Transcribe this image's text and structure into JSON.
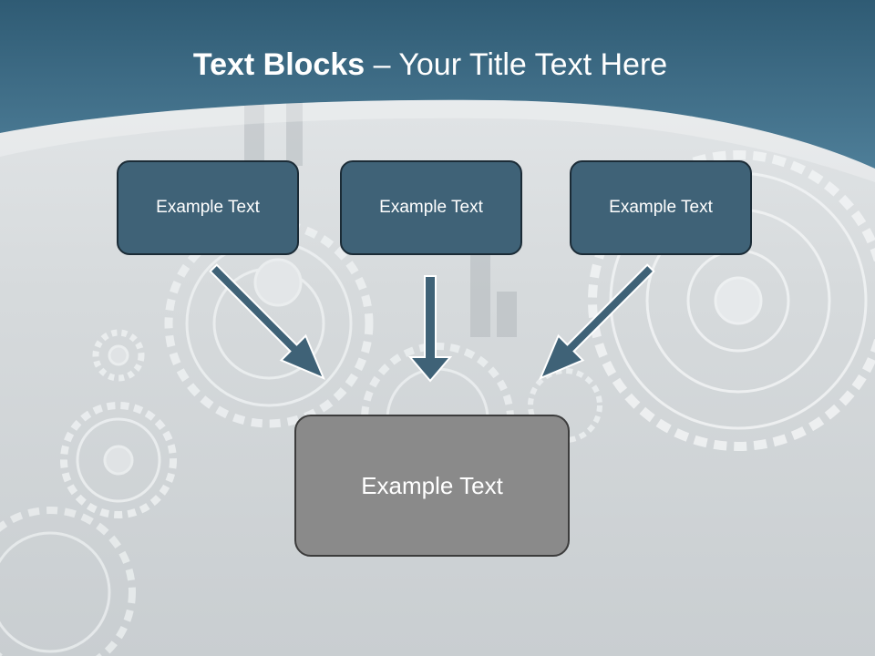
{
  "title": {
    "bold": "Text Blocks",
    "rest": " – Your Title Text Here"
  },
  "boxes": {
    "left": "Example Text",
    "middle": "Example Text",
    "right": "Example Text",
    "bottom": "Example Text"
  },
  "colors": {
    "header": "#3d6a86",
    "box_fill": "#3f6277",
    "box_border": "#1b2b36",
    "arrow_fill": "#3f6277",
    "bottom_fill": "#8a8a8a"
  },
  "icons": [
    "gear-icon"
  ]
}
